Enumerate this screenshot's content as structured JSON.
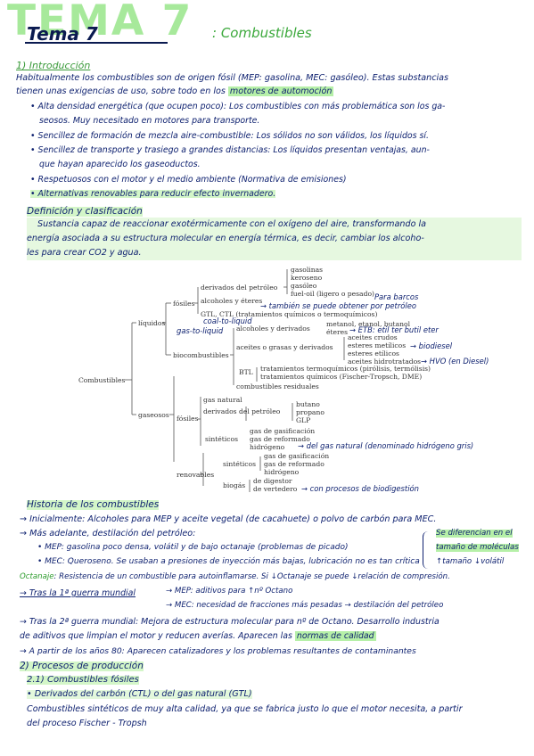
{
  "header": {
    "big_title": "TEMA 7",
    "title_script": "Tema 7",
    "subtitle": ": Combustibles"
  },
  "intro": {
    "heading": "1) Introducción",
    "line1": "Habitualmente los combustibles son de origen fósil (MEP: gasolina, MEC: gasóleo). Estas substancias",
    "line2_pre": "tienen unas exigencias de uso, sobre todo en los ",
    "line2_hl": "motores de automoción",
    "bullets": [
      [
        "• Alta densidad energética (que ocupen poco): Los combustibles con más problemática son los ga-",
        "seosos. Muy necesitado en motores para transporte."
      ],
      [
        "• Sencillez de formación de mezcla aire-combustible: Los sólidos no son válidos, los líquidos sí."
      ],
      [
        "• Sencillez de transporte y trasiego a grandes distancias: Los líquidos presentan ventajas, aun-",
        "que hayan aparecido los gaseoductos."
      ],
      [
        "• Respetuosos con el motor y el medio ambiente (Normativa de emisiones)"
      ],
      [
        "• Alternativas renovables para reducir efecto invernadero."
      ]
    ]
  },
  "definicion": {
    "heading": "Definición y clasificación",
    "lines": [
      "Sustancia capaz de reaccionar exotérmicamente con el oxígeno del aire, transformando la",
      "energía asociada a su estructura molecular en energía térmica, es decir, cambiar los alcoho-",
      "les para crear CO2 y agua."
    ]
  },
  "tree": {
    "root": "Combustibles",
    "liquidos": "líquidos",
    "gaseosos": "gaseosos",
    "fosiles_l": "fósiles",
    "biocombustibles": "biocombustibles",
    "derivados_petroleo": "derivados del petróleo",
    "alcoholes_eteres": "alcoholes y éteres",
    "gtl_ctl": "GTL, CTL (tratamientos químicos o termoquímicos)",
    "gasolinas": "gasolinas",
    "keroseno": "keroseno",
    "gasoleo": "gasóleo",
    "fueloil": "fuel-oil (ligero o pesado)",
    "alcoholes_derivados": "alcoholes y derivados",
    "metanol": "metanol, etanol, butanol",
    "eteres": "éteres",
    "aceites_grasas": "aceites o grasas y derivados",
    "aceites_crudos": "aceites crudos",
    "esteres_metilicos": "esteres metílicos",
    "esteres_etilicos": "esteres etílicos",
    "aceites_hidro": "aceites hidrotratados",
    "btl": "BTL",
    "trat_termo": "tratamientos termoquímicos (pirólisis, termólisis)",
    "trat_quim": "tratamientos químicos (Fischer-Tropsch, DME)",
    "residuales": "combustibles residuales",
    "fosiles_g": "fósiles",
    "gas_natural": "gas natural",
    "derivados_petroleo_g": "derivados del petróleo",
    "butano": "butano",
    "propano": "propano",
    "glp": "GLP",
    "sinteticos_g": "sintéticos",
    "gas_gasif": "gas de gasificación",
    "gas_reform": "gas de reformado",
    "hidrogeno": "hidrógeno",
    "renovables": "renovables",
    "sinteticos_r": "sintéticos",
    "gas_gasif_r": "gas de gasificación",
    "gas_reform_r": "gas de reformado",
    "hidrogeno_r": "hidrógeno",
    "biogas": "biogás",
    "de_digestor": "de digestor",
    "de_vertedero": "de vertedero"
  },
  "notes": {
    "para_barcos": "Para barcos",
    "tambien_se_puede": "→ también se puede obtener por petróleo",
    "coal_to_liquid": "coal-to-liquid",
    "gas_to_liquid": "gas-to-liquid",
    "etb": "→ ETB: etil ter butil eter",
    "biodiesel": "→ biodiesel",
    "hvo": "→ HVO (en Diesel)",
    "gas_natural_note": "→ del gas natural (denominado hidrógeno gris)",
    "biodigestion": "→ con procesos de biodigestión"
  },
  "historia": {
    "heading": "Historia de los combustibles",
    "lines": [
      "→ Inicialmente: Alcoholes para MEP y aceite vegetal (de cacahuete) o polvo de carbón para MEC.",
      "→ Más adelante, destilación del petróleo:",
      "• MEP: gasolina poco densa, volátil y de bajo octanaje (problemas de picado)",
      "• MEC: Queroseno. Se usaban a presiones de inyección más bajas, lubricación no es tan crítica"
    ],
    "side_note": [
      "Se diferencian en el",
      "tamaño de moléculas",
      "↑tamaño ↓volátil"
    ],
    "octanaje_label": "Octanaje",
    "octanaje_text": ": Resistencia de un combustible para autoinflamarse. Si ↓Octanaje se puede ↓relación de compresión.",
    "primera_guerra": "→ Tras la 1ª guerra mundial",
    "mep_aditivos": "→ MEP: aditivos para ↑nº Octano",
    "mec_necesidad": "→ MEC: necesidad de fracciones más pesadas → destilación del petróleo",
    "segunda_guerra_1": "→ Tras la 2ª guerra mundial: Mejora de estructura molecular para nº de Octano. Desarrollo industria",
    "segunda_guerra_2_pre": "de aditivos que limpian el motor y reducen averías. Aparecen las ",
    "segunda_guerra_2_hl": "normas de calidad",
    "anos80": "→ A partir de los años 80: Aparecen catalizadores y los problemas resultantes de contaminantes"
  },
  "procesos": {
    "heading": "2) Procesos de producción",
    "sub": "2.1) Combustibles fósiles",
    "bullet": "• Derivados del carbón (CTL) o del gas natural (GTL)",
    "line1": "Combustibles sintéticos de muy alta calidad, ya que se fabrica justo lo que el motor necesita, a partir",
    "line2": "del proceso Fischer - Tropsh"
  }
}
